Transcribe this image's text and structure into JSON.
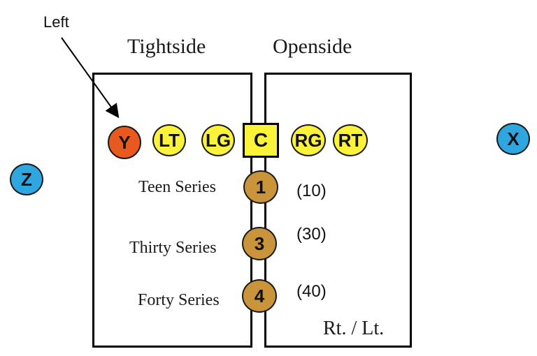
{
  "annotation": {
    "text": "Left"
  },
  "headings": {
    "tightside": "Tightside",
    "openside": "Openside"
  },
  "players": {
    "y": {
      "label": "Y",
      "color": "#e8591f"
    },
    "lt": {
      "label": "LT",
      "color": "#fbf33a"
    },
    "lg": {
      "label": "LG",
      "color": "#fbf33a"
    },
    "c": {
      "label": "C",
      "color": "#fbf33a"
    },
    "rg": {
      "label": "RG",
      "color": "#fbf33a"
    },
    "rt": {
      "label": "RT",
      "color": "#fbf33a"
    },
    "x": {
      "label": "X",
      "color": "#2ea7e0"
    },
    "z": {
      "label": "Z",
      "color": "#2ea7e0"
    }
  },
  "series": [
    {
      "label": "Teen Series",
      "number": "1",
      "code": "(10)"
    },
    {
      "label": "Thirty Series",
      "number": "3",
      "code": "(30)"
    },
    {
      "label": "Forty Series",
      "number": "4",
      "code": "(40)"
    }
  ],
  "series_color": "#c9943a",
  "direction_label": "Rt. / Lt."
}
